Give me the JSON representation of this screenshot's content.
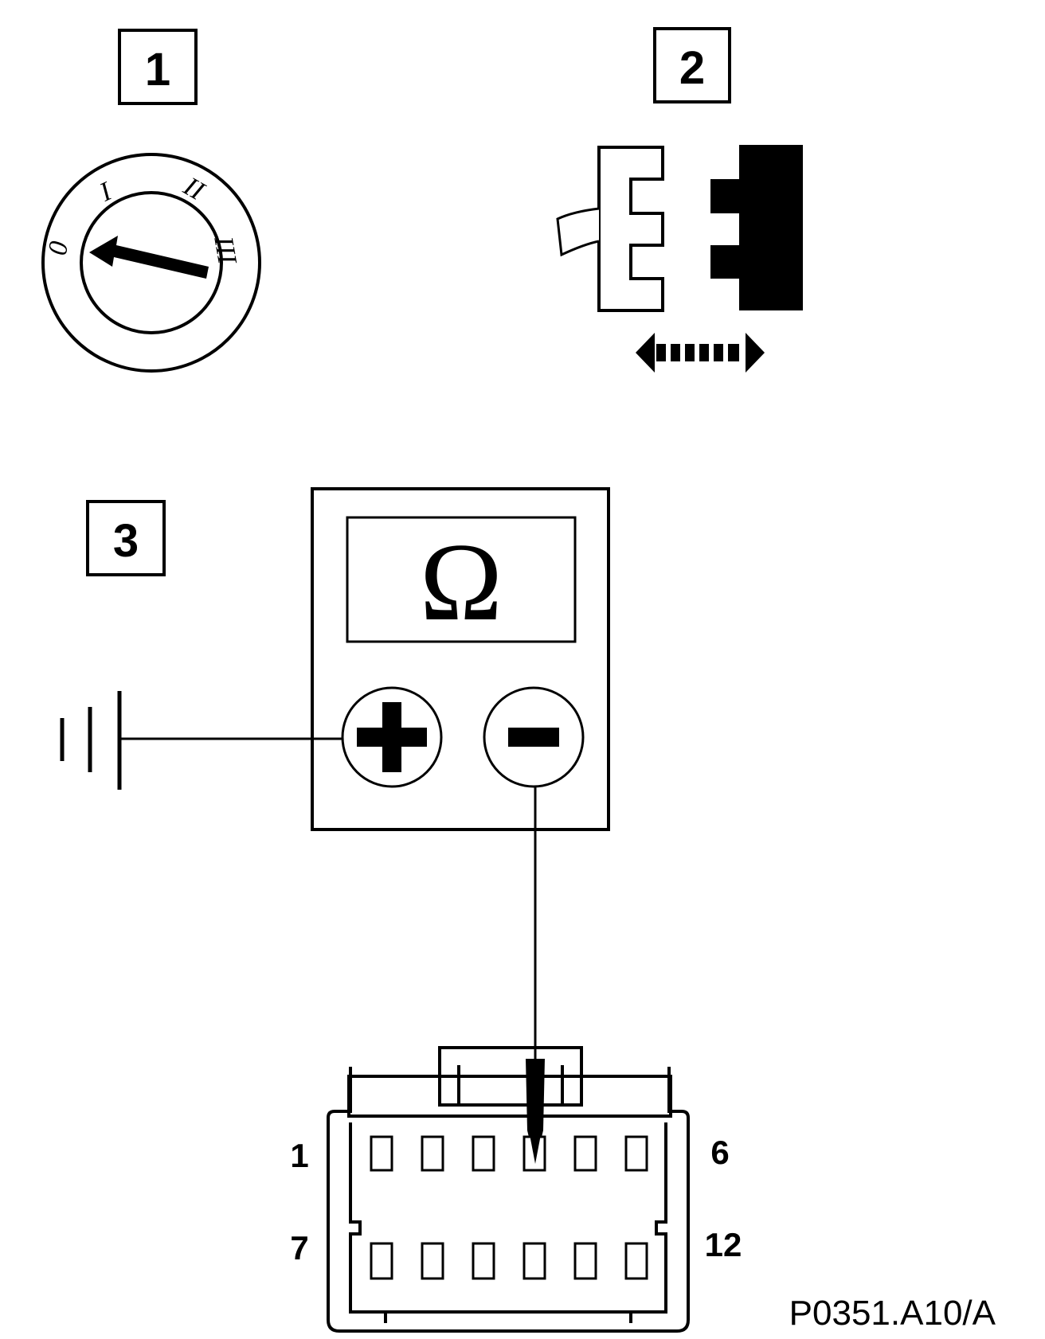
{
  "steps": [
    {
      "number": "1"
    },
    {
      "number": "2"
    },
    {
      "number": "3"
    }
  ],
  "ignition_switch": {
    "positions": [
      "0",
      "I",
      "II",
      "III"
    ]
  },
  "multimeter": {
    "unit_symbol": "Ω",
    "positive_terminal": "+",
    "negative_terminal": "−"
  },
  "connector": {
    "pin_labels": {
      "top_left": "1",
      "top_right": "6",
      "bottom_left": "7",
      "bottom_right": "12"
    },
    "probed_pin": 4
  },
  "reference_code": "P0351.A10/A",
  "colors": {
    "ink": "#000000",
    "paper": "#ffffff"
  }
}
